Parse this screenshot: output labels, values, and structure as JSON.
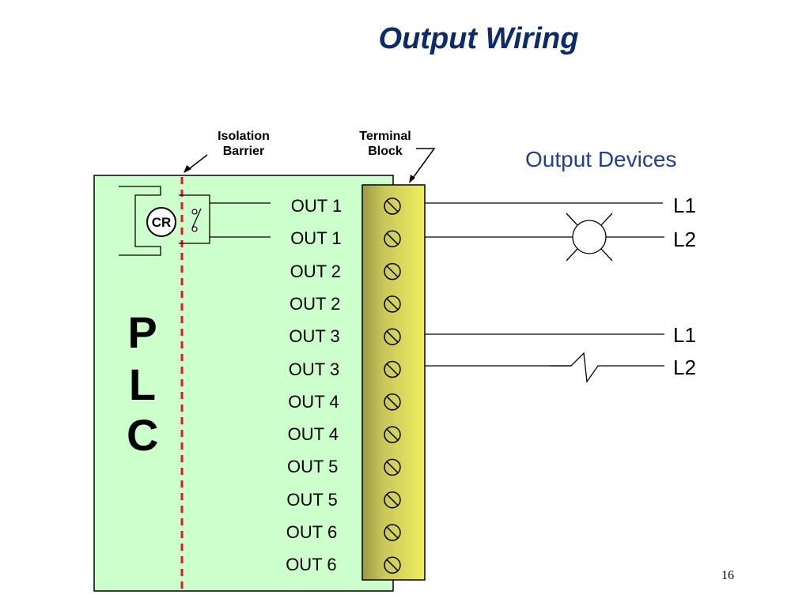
{
  "title": "Output Wiring",
  "callouts": {
    "isolation_barrier": [
      "Isolation",
      "Barrier"
    ],
    "terminal_block": [
      "Terminal",
      "Block"
    ]
  },
  "output_devices_label": "Output Devices",
  "plc_letters": [
    "P",
    "L",
    "C"
  ],
  "relay_coil_label": "CR",
  "outputs": [
    "OUT 1",
    "OUT 1",
    "OUT 2",
    "OUT 2",
    "OUT 3",
    "OUT 3",
    "OUT 4",
    "OUT 4",
    "OUT 5",
    "OUT 5",
    "OUT 6",
    "OUT 6"
  ],
  "line_labels": [
    "L1",
    "L2",
    "L1",
    "L2"
  ],
  "page_number": "16",
  "colors": {
    "plc_body": "#ccffcc",
    "terminal_block": "#e6e660",
    "isolation_barrier": "#e0191e",
    "title": "#0d2a6b",
    "output_devices": "#1f3f93"
  }
}
